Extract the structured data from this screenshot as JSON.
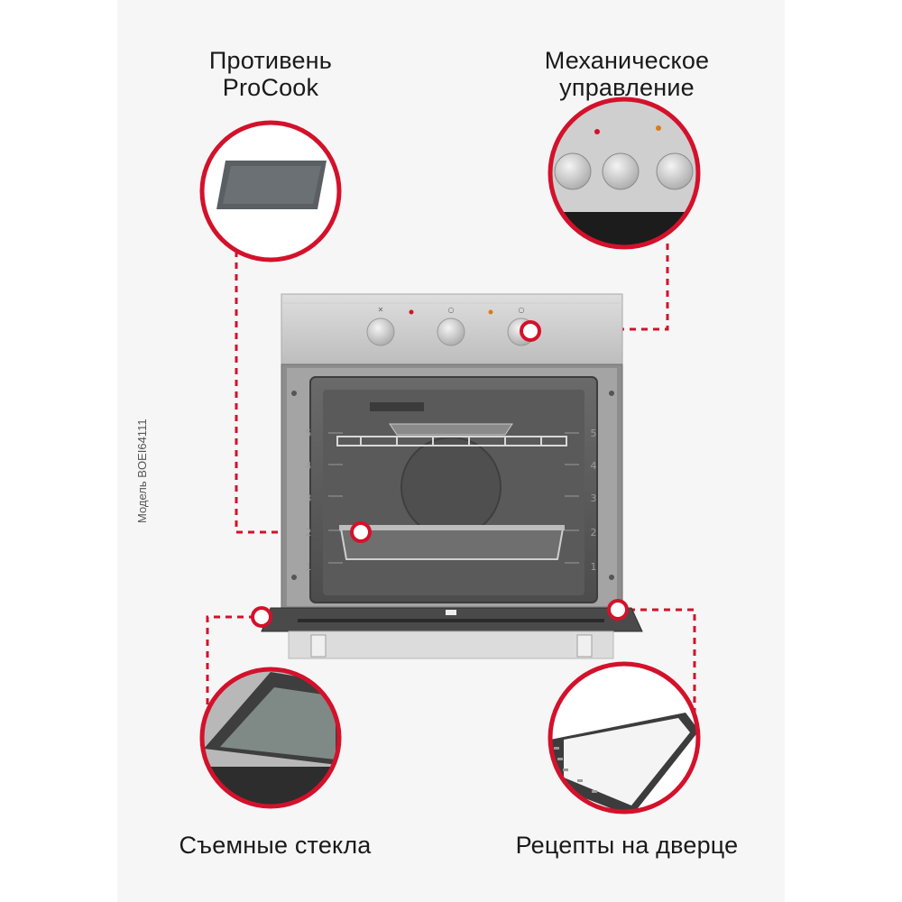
{
  "features": {
    "tray": {
      "line1": "Противень",
      "line2": "ProCook"
    },
    "controls": {
      "line1": "Механическое",
      "line2": "управление"
    },
    "glass": {
      "label": "Съемные стекла"
    },
    "recipes": {
      "label": "Рецепты на дверце"
    }
  },
  "model_label": "Модель BOEI64111",
  "rack_numbers": [
    "5",
    "4",
    "3",
    "2",
    "1"
  ],
  "colors": {
    "accent": "#d4112b",
    "background": "#f6f6f6",
    "steel": "#c9c9c9",
    "text": "#1a1a1a"
  },
  "icons": [
    "tray-image-icon",
    "knobs-image-icon",
    "glass-image-icon",
    "door-recipes-image-icon",
    "hotspot-icon"
  ]
}
